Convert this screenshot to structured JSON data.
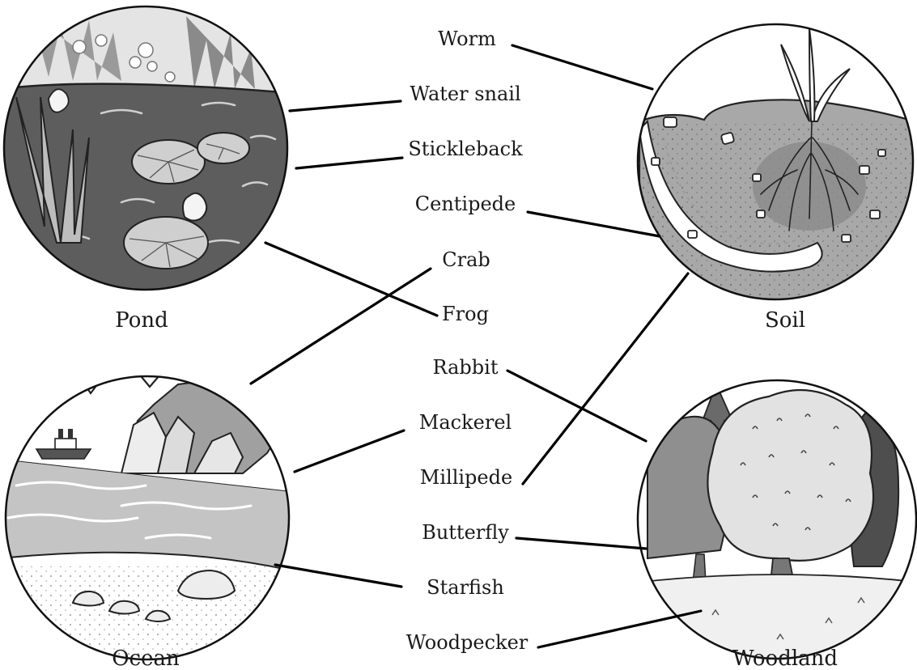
{
  "habitats": {
    "pond": "Pond",
    "soil": "Soil",
    "ocean": "Ocean",
    "woodland": "Woodland"
  },
  "animals": [
    "Worm",
    "Water snail",
    "Stickleback",
    "Centipede",
    "Crab",
    "Frog",
    "Rabbit",
    "Mackerel",
    "Millipede",
    "Butterfly",
    "Starfish",
    "Woodpecker"
  ],
  "matches": {
    "Worm": "Soil",
    "Water snail": "Pond",
    "Stickleback": "Pond",
    "Centipede": "Soil",
    "Crab": "Ocean",
    "Frog": "Pond",
    "Rabbit": "Woodland",
    "Mackerel": "Ocean",
    "Millipede": "Soil",
    "Butterfly": "Woodland",
    "Starfish": "Ocean",
    "Woodpecker": "Woodland"
  }
}
